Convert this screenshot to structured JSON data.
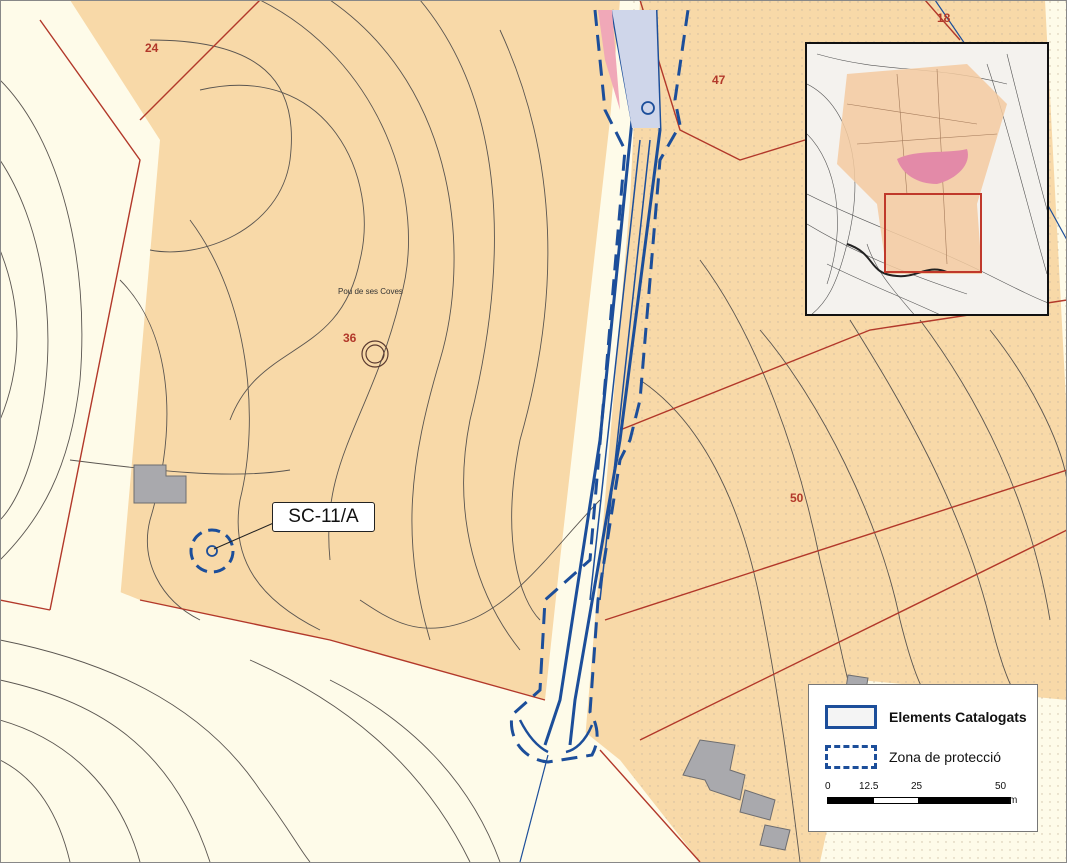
{
  "map": {
    "parcel_numbers": [
      "24",
      "47",
      "18",
      "36",
      "50"
    ],
    "place_name": "Pou de ses Coves",
    "element_code": "SC-11/A",
    "colors": {
      "parcel_fill": "#f8d9a8",
      "background_fill": "#fefbe9",
      "parcel_border": "#b2382a",
      "contour": "#5a5550",
      "protected_element": "#1c4e9a",
      "building": "#a9a9ad"
    }
  },
  "legend": {
    "items": [
      {
        "label": "Elements Catalogats",
        "style": "solid"
      },
      {
        "label": "Zona de protecció",
        "style": "dashed"
      }
    ],
    "scale": {
      "ticks": [
        "0",
        "12.5",
        "25",
        "50"
      ],
      "unit": "m"
    }
  },
  "inset": {
    "icon": "locator-map-icon"
  }
}
